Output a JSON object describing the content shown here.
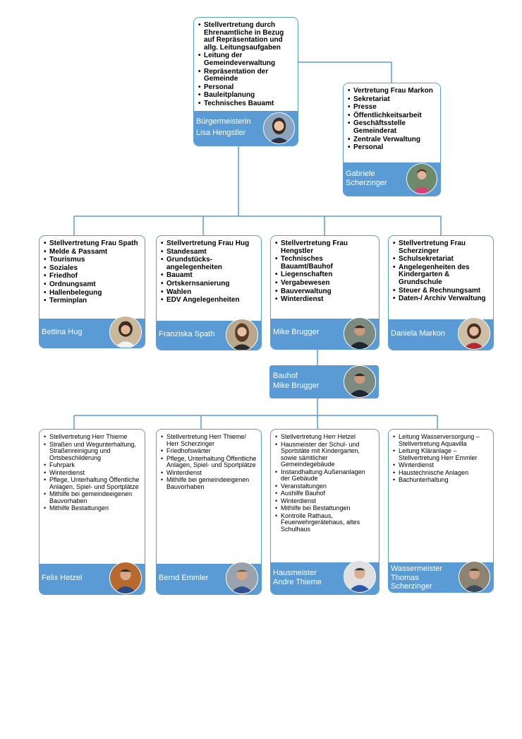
{
  "colors": {
    "accent": "#5b9bd5",
    "line": "#5b9bd5"
  },
  "buergermeisterin": {
    "tasks": [
      "Stellvertretung durch Ehrenamtliche in Bezug auf Repräsentation und allg. Leitungsaufgaben",
      "Leitung der Gemeindeverwaltung",
      "Repräsentation der Gemeinde",
      "Personal",
      "Bauleitplanung",
      "Technisches Bauamt"
    ],
    "name_line1": "Bürgermeisterin",
    "name_line2": "Lisa Hengstler"
  },
  "scherzinger_g": {
    "tasks": [
      "Vertretung Frau Markon",
      "Sekretariat",
      "Presse",
      "Öffentlichkeitsarbeit",
      "Geschäftsstelle Gemeinderat",
      "Zentrale Verwaltung",
      "Personal"
    ],
    "name_line1": "Gabriele",
    "name_line2": "Scherzinger"
  },
  "hug": {
    "tasks": [
      "Stellvertretung Frau Spath",
      "Melde & Passamt",
      "Tourismus",
      "Soziales",
      "Friedhof",
      "Ordnungsamt",
      "Hallenbelegung",
      "Terminplan"
    ],
    "name": "Bettina Hug"
  },
  "spath": {
    "tasks": [
      "Stellvertretung Frau Hug",
      "Standesamt",
      "Grundstücks-angelegenheiten",
      "Bauamt",
      "Ortskernsanierung",
      "Wahlen",
      "EDV Angelegenheiten"
    ],
    "name": "Franziska Spath"
  },
  "brugger": {
    "tasks": [
      "Stellvertretung Frau Hengstler",
      "Technisches Bauamt/Bauhof",
      "Liegenschaften",
      "Vergabewesen",
      "Bauverwaltung",
      "Winterdienst"
    ],
    "name": "Mike Brugger"
  },
  "markon": {
    "tasks": [
      "Stellvertretung Frau Scherzinger",
      "Schulsekretariat",
      "Angelegenheiten des Kindergarten & Grundschule",
      "Steuer & Rechnungsamt",
      "Daten-/ Archiv Verwaltung"
    ],
    "name": "Daniela Markon"
  },
  "bauhof": {
    "name_line1": "Bauhof",
    "name_line2": "Mike Brugger"
  },
  "hetzel": {
    "tasks": [
      "Stellvertretung Herr Thieme",
      "Straßen und Wegunterhaltung, Straßenreinigung und Ortsbeschilderung",
      "Fuhrpark",
      "Winterdienst",
      "Pflege, Unterhaltung Öffentliche Anlagen, Spiel- und Sportplätze",
      "Mithilfe bei gemeindeeigenen Bauvorhaben",
      "Mithilfe Bestattungen"
    ],
    "name": "Felix Hetzel"
  },
  "emmler": {
    "tasks": [
      "Stellvertretung Herr Thieme/ Herr Scherzinger",
      "Friedhofswärter",
      "Pflege, Unterhaltung Öffentliche Anlagen, Spiel- und Sportplätze",
      "Winterdienst",
      "Mithilfe bei gemeindeeigenen Bauvorhaben"
    ],
    "name": "Bernd Emmler"
  },
  "thieme": {
    "tasks": [
      "Stellvertretung Herr Hetzel",
      "Hausmeister der Schul- und Sportstäte mit Kindergarten, sowie sämtlicher Gemeindegebäude",
      "Instandhaltung Außenanlagen der Gebäude",
      "Veranstaltungen",
      "Aushilfe Bauhof",
      "Winterdienst",
      "Mithilfe bei Bestattungen",
      "Kontrolle Rathaus, Feuerwehrgerätehaus, altes Schulhaus"
    ],
    "name_line1": "Hausmeister",
    "name_line2": "Andre Thieme"
  },
  "scherzinger_t": {
    "tasks": [
      "Leitung Wasserversorgung – Stellvertretung Aquavilla",
      "Leitung Kläranlage – Stellvertretung Herr Emmler",
      "Winterdienst",
      "Haustechnische Anlagen",
      "Bachunterhaltung"
    ],
    "name_line1": "Wassermeister",
    "name_line2": "Thomas",
    "name_line3": "Scherzinger"
  }
}
